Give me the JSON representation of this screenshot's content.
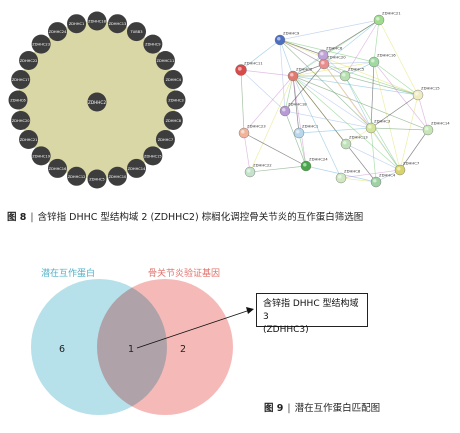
{
  "figure8": {
    "label": "图 8",
    "separator": "|",
    "title": "含锌指 DHHC 型结构域 2 (ZDHHC2) 棕榈化调控骨关节炎的互作蛋白筛选图",
    "circle_network": {
      "center_node": "ZDHHC2",
      "ring_nodes": [
        "ZDHHC18",
        "ZDHHC13",
        "TUBB3",
        "ZDHHC9",
        "ZDHHC11",
        "ZDHHC4",
        "ZDHHC3",
        "ZDHHC8",
        "ZDHHC7",
        "ZDHHC15",
        "ZDHHC14",
        "ZDHHC10",
        "ZDHHC5",
        "ZDHHC12",
        "ZDHHC16",
        "ZDHHC19",
        "ZDHHC21",
        "ZDHHC20",
        "ZDHHC6",
        "ZDHHC17",
        "ZDHHC22",
        "ZDHHC23",
        "ZDHHC24",
        "ZDHHC1"
      ],
      "ring_node_color": "#3d3d3d",
      "disc_color": "#d9d7a6"
    },
    "string_network": {
      "nodes": [
        "ZDHHC2",
        "ZDHHC9",
        "ZDHHC21",
        "ZDHHC20",
        "ZDHHC11",
        "ZDHHC16",
        "ZDHHC6",
        "ZDHHC5",
        "ZDHHC15",
        "ZDHHC18",
        "ZDHHC1",
        "ZDHHC23",
        "ZDHHC13",
        "ZDHHC3",
        "ZDHHC14",
        "ZDHHC8",
        "ZDHHC7",
        "ZDHHC4",
        "ZDHHC24",
        "ZDHHC22"
      ]
    }
  },
  "figure9": {
    "label": "图 9",
    "separator": "|",
    "title": "潜在互作蛋白匹配图",
    "venn": {
      "left_label": "潜在互作蛋白",
      "right_label": "骨关节炎验证基因",
      "left_only": "6",
      "intersection": "1",
      "right_only": "2",
      "left_color": "#a9dbe6",
      "right_color": "#f2a3a0"
    },
    "callout": {
      "line1": "含锌指 DHHC 型结构域 3",
      "line2": "(ZDHHC3)"
    }
  }
}
